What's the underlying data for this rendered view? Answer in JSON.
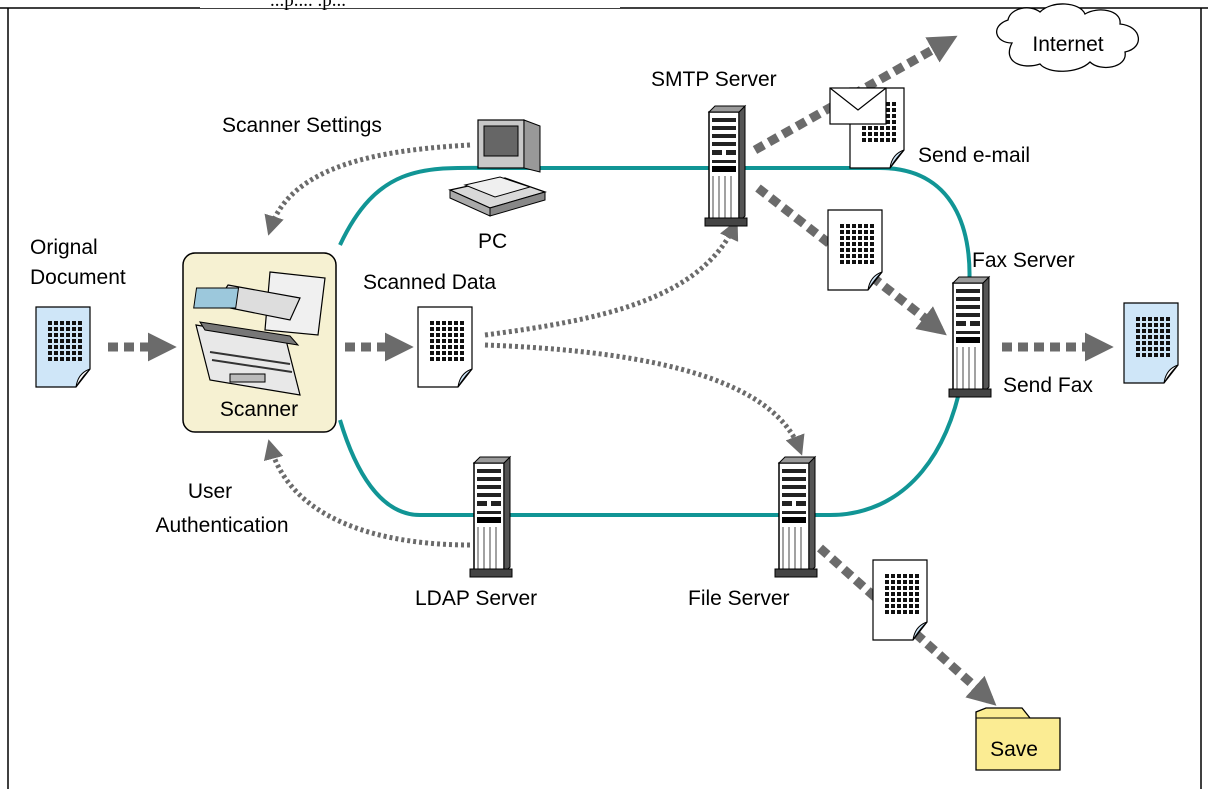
{
  "header_fragment": "...p.... .p...",
  "labels": {
    "scanner_settings": "Scanner Settings",
    "pc": "PC",
    "smtp_server": "SMTP Server",
    "internet": "Internet",
    "send_email": "Send e-mail",
    "original_document_line1": "Orignal",
    "original_document_line2": "Document",
    "scanned_data": "Scanned Data",
    "fax_server": "Fax Server",
    "send_fax": "Send Fax",
    "scanner": "Scanner",
    "user_auth_line1": "User",
    "user_auth_line2": "Authentication",
    "ldap_server": "LDAP Server",
    "file_server": "File Server",
    "save": "Save"
  },
  "colors": {
    "network_loop": "#119595",
    "arrow": "#6b6b6b",
    "scanner_box": "#f6f1d2",
    "document_blue": "#cfe6f8",
    "folder": "#fbec93"
  },
  "icons": [
    "scanner-icon",
    "pc-icon",
    "server-icon",
    "document-icon",
    "envelope-icon",
    "cloud-icon",
    "folder-icon"
  ]
}
